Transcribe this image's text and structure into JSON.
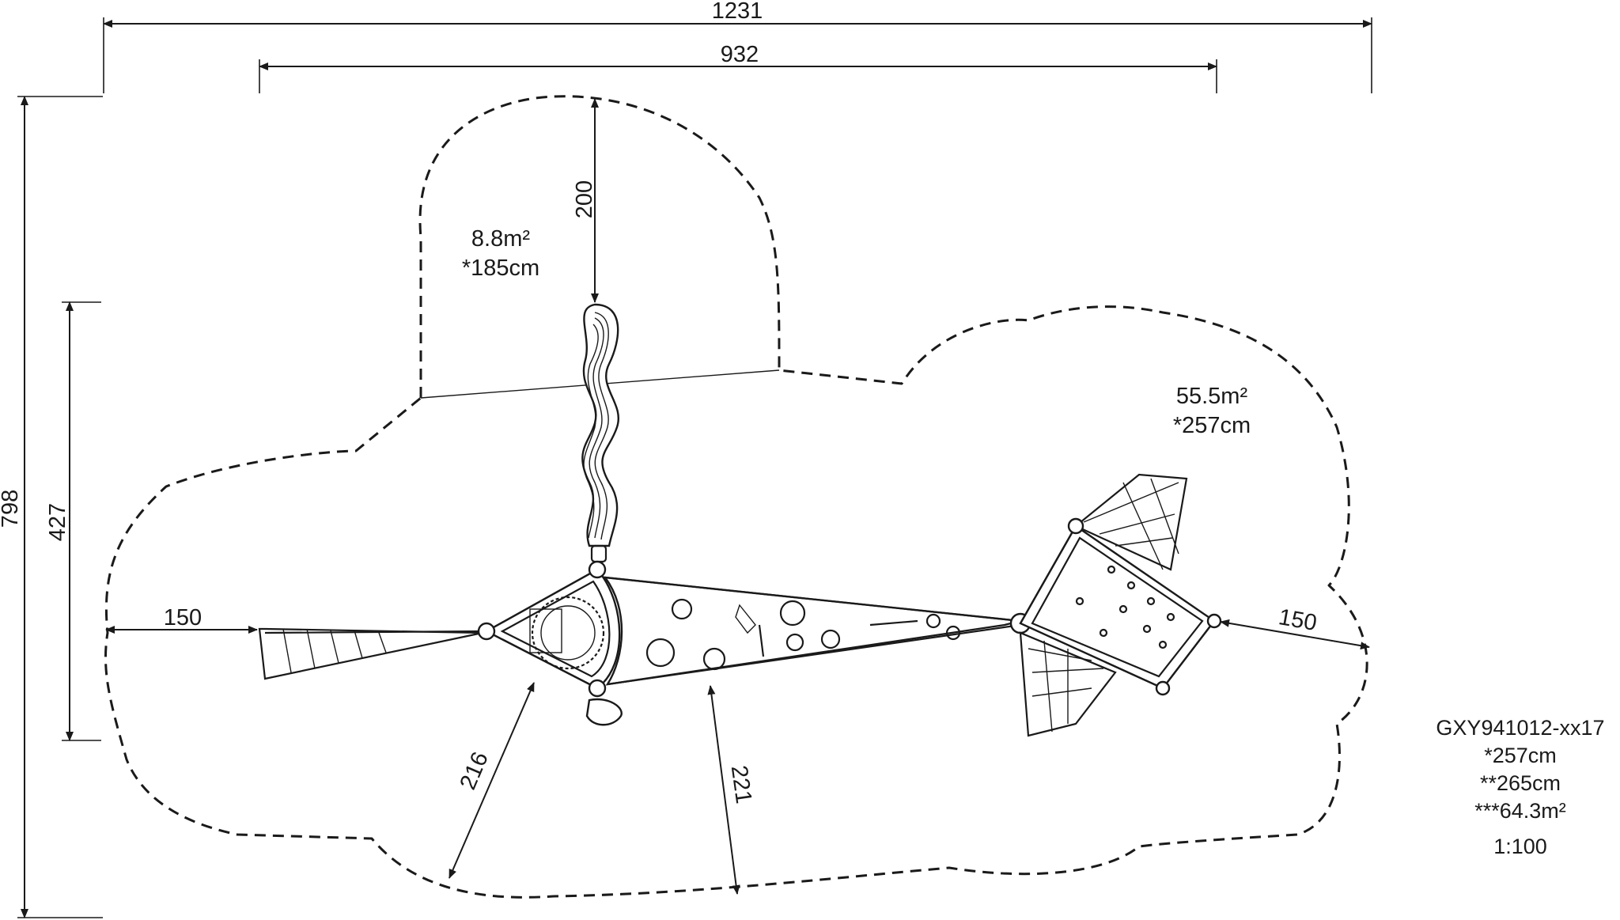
{
  "dimensions": {
    "overall_width": "1231",
    "inner_width": "932",
    "overall_height": "798",
    "equipment_depth": "427",
    "slide_clearance": "200",
    "left_clearance": "150",
    "right_clearance": "150",
    "bottom_left_clearance": "216",
    "bottom_center_clearance": "221"
  },
  "zones": {
    "slide_zone": {
      "area": "8.8m²",
      "fall_height": "*185cm"
    },
    "main_zone": {
      "area": "55.5m²",
      "fall_height": "*257cm"
    }
  },
  "spec": {
    "model": "GXY941012-xx17",
    "fall_height": "*257cm",
    "max_height": "**265cm",
    "total_area": "***64.3m²",
    "scale": "1:100"
  }
}
